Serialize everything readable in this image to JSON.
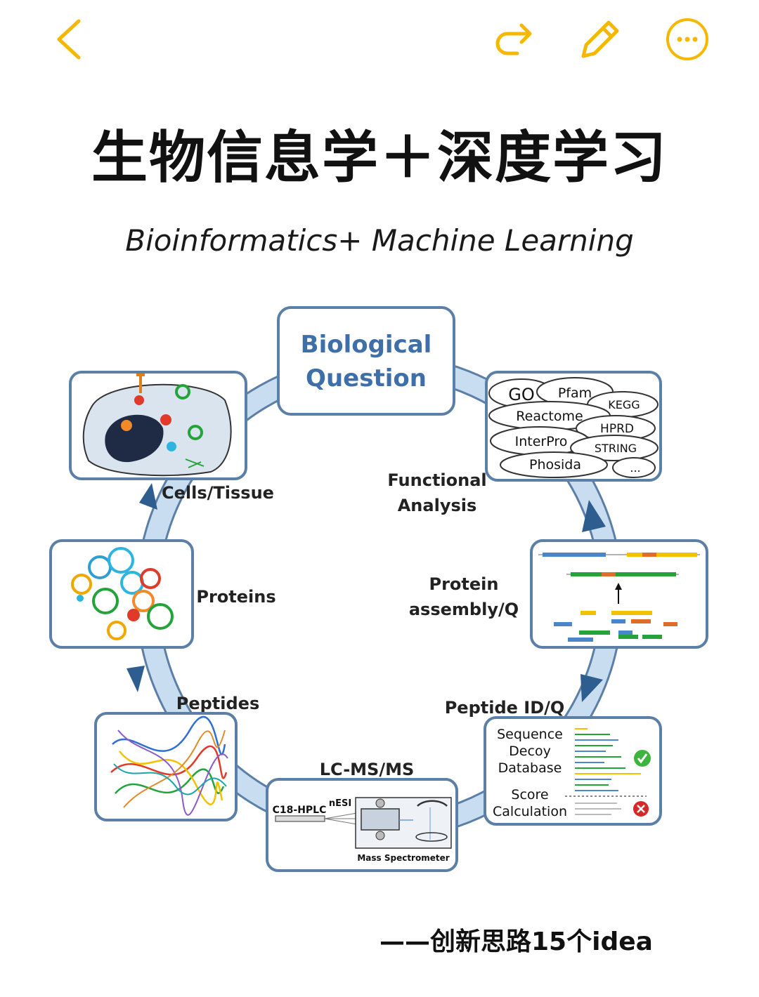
{
  "header": {
    "back_icon": "chevron-left-icon",
    "share_icon": "share-arrow-icon",
    "edit_icon": "pencil-icon",
    "more_icon": "ellipsis-circle-icon",
    "accent_color": "#F5B800"
  },
  "title": "生物信息学＋深度学习",
  "subtitle": "Bioinformatics+ Machine Learning",
  "diagram": {
    "center_node": {
      "line1": "Biological",
      "line2": "Question"
    },
    "databases": [
      "GO",
      "Pfam",
      "KEGG",
      "Reactome",
      "HPRD",
      "InterPro",
      "STRING",
      "Phosida",
      "..."
    ],
    "functional_analysis": {
      "line1": "Functional",
      "line2": "Analysis"
    },
    "protein_assembly": {
      "line1": "Protein",
      "line2": "assembly/Q"
    },
    "peptide_id": "Peptide ID/Q",
    "search_panel": {
      "line1": "Sequence",
      "line2": "Decoy",
      "line3": "Database",
      "line4": "Score",
      "line5": "Calculation"
    },
    "lcms": "LC-MS/MS",
    "lcms_panel": {
      "hplc": "C18-HPLC",
      "nesi": "nESI",
      "ms": "Mass Spectrometer"
    },
    "peptides": "Peptides",
    "proteins": "Proteins",
    "cells": "Cells/Tissue",
    "box_border_color": "#5B7FA6",
    "ring_color": "#C9DDF0",
    "title_color": "#3F6FA8"
  },
  "footer": "——创新思路15个idea"
}
